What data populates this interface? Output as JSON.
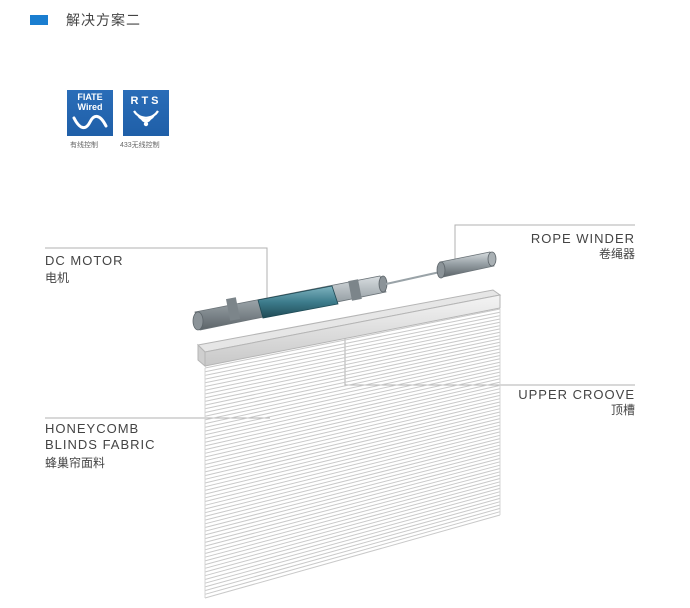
{
  "section": {
    "title": "解决方案二"
  },
  "badges": {
    "fiate_line1": "FIATE",
    "fiate_line2": "Wired",
    "fiate_caption": "有线控制",
    "rts_text": "RTS",
    "rts_caption": "433无线控制"
  },
  "callouts": {
    "dc_motor_en": "DC  MOTOR",
    "dc_motor_zh": "电机",
    "rope_winder_en": "ROPE  WINDER",
    "rope_winder_zh": "卷绳器",
    "upper_groove_en": "UPPER  CROOVE",
    "upper_groove_zh": "顶槽",
    "fabric_en_line1": "HONEYCOMB",
    "fabric_en_line2": "BLINDS  FABRIC",
    "fabric_zh": "蜂巢帘面料"
  },
  "colors": {
    "accent": "#1a7ed0",
    "badge": "#1f5fa8",
    "motor": "#3d7c8c",
    "leader": "#b0b0b0"
  },
  "icons": [
    "wave-icon",
    "signal-icon"
  ]
}
